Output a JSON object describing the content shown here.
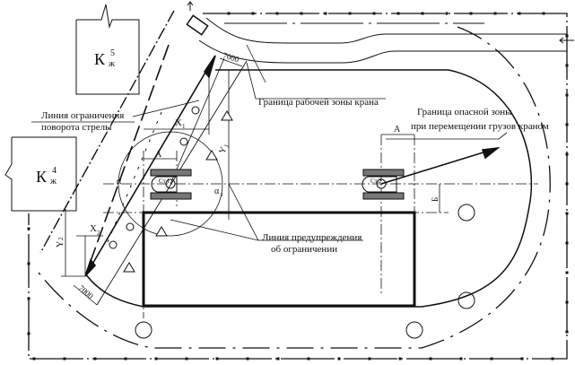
{
  "buildings": [
    {
      "letter": "К",
      "sup": "5",
      "sub": "ж"
    },
    {
      "letter": "К",
      "sup": "4",
      "sub": "ж"
    }
  ],
  "labels": {
    "boom_limit_line_1": "Линия ограничения",
    "boom_limit_line_2": "поворота стрелы",
    "work_zone": "Граница рабочей зоны крана",
    "danger_zone_1": "Граница опасной зоны",
    "danger_zone_2": "при перемещении грузов краном",
    "warning_line_1": "Линия предупреждения",
    "warning_line_2": "об ограничении"
  },
  "stations": [
    "Ст.1",
    "Ст.2"
  ],
  "dimensions": {
    "d7000_top": "7000",
    "d7000_bottom": "7000",
    "x1": "X",
    "x1_sub": "1",
    "x2": "X",
    "x2_sub": "2",
    "y1": "Y",
    "y1_sub": "1",
    "y2": "Y",
    "y2_sub": "2",
    "a1": "A",
    "a2": "A",
    "b": "Б",
    "alpha": "α",
    "alpha1": "α",
    "alpha1_sub": "1"
  },
  "colors": {
    "ink": "#111111",
    "paper": "#ffffff"
  }
}
